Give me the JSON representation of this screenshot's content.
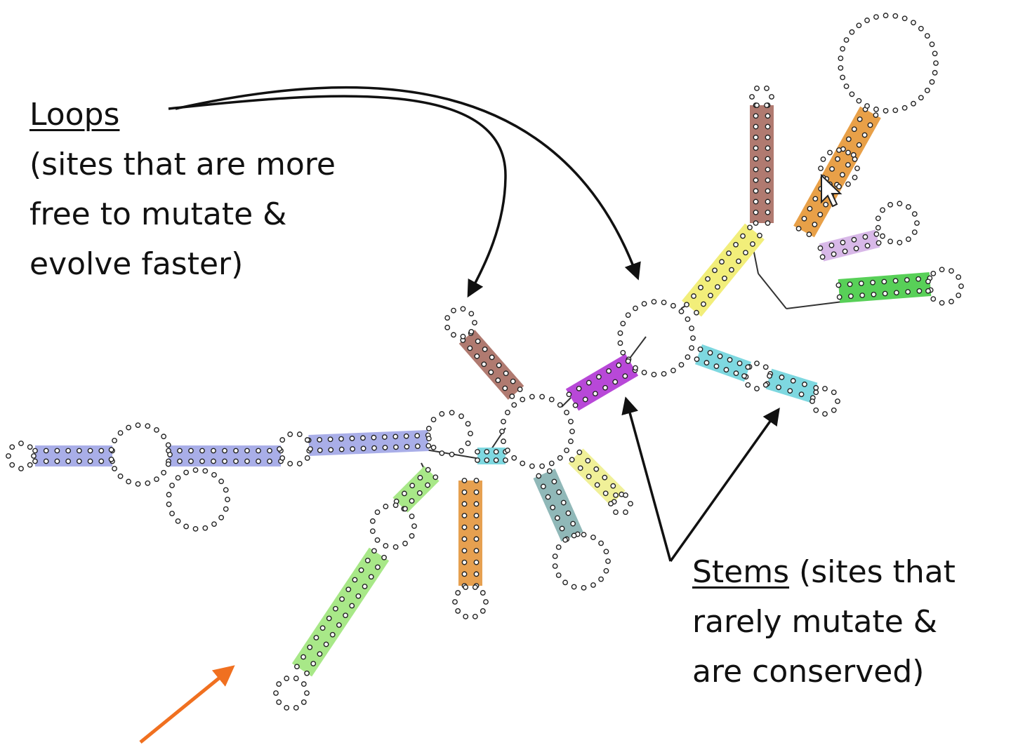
{
  "annotations": {
    "loops": {
      "heading": "Loops",
      "lines": [
        "(sites that are more",
        "free to mutate &",
        "evolve faster)"
      ]
    },
    "stems": {
      "heading": "Stems",
      "heading_suffix": " (sites that",
      "lines": [
        "rarely mutate &",
        "are conserved)"
      ]
    }
  },
  "colors": {
    "text": "#111111",
    "arrow": "#111111",
    "orange_pointer": "#f07020",
    "stem_blue": "#a9aee8",
    "stem_brown": "#b07a70",
    "stem_orange": "#e8a048",
    "stem_yellow": "#f2ee7a",
    "stem_magenta": "#b848d8",
    "stem_lavender": "#d8b8e8",
    "stem_green": "#58d058",
    "stem_cyan": "#7ed8e0",
    "stem_lightgreen": "#a8e888",
    "stem_teal": "#90b8b8",
    "stem_peach": "#e6a050",
    "stem_lightyellow": "#f0f098"
  }
}
